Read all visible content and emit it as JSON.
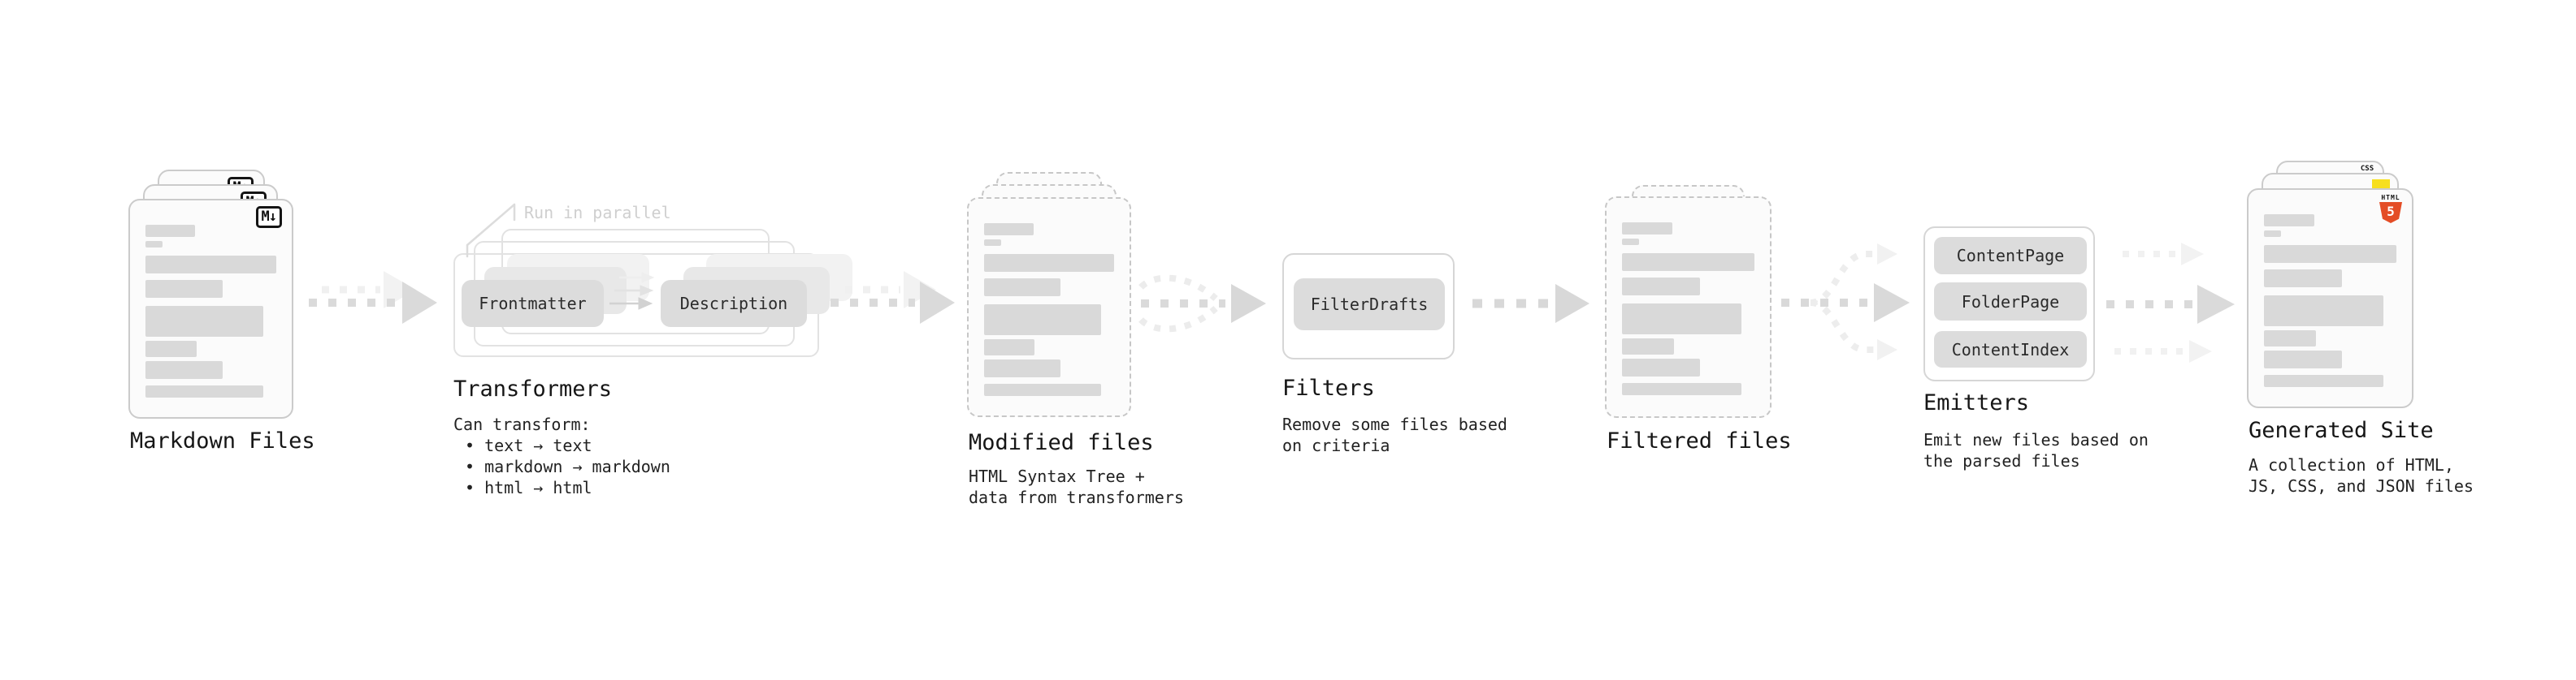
{
  "diagram": {
    "markdown_files": {
      "title": "Markdown Files",
      "badge": "M↓"
    },
    "transformers": {
      "title": "Transformers",
      "annotation": "Run in parallel",
      "left_chip": "Frontmatter",
      "right_chip": "Description",
      "desc_heading": "Can transform:",
      "bullets": [
        "• text → text",
        "• markdown → markdown",
        "• html → html"
      ]
    },
    "modified_files": {
      "title": "Modified files",
      "desc": [
        "HTML Syntax Tree +",
        "data from transformers"
      ]
    },
    "filters": {
      "title": "Filters",
      "chip": "FilterDrafts",
      "desc": [
        "Remove some files based",
        "on criteria"
      ]
    },
    "filtered_files": {
      "title": "Filtered files"
    },
    "emitters": {
      "title": "Emitters",
      "chips": [
        "ContentPage",
        "FolderPage",
        "ContentIndex"
      ],
      "desc": [
        "Emit new files based on",
        "the parsed files"
      ]
    },
    "generated_site": {
      "title": "Generated Site",
      "desc": [
        "A collection of HTML,",
        "JS, CSS, and JSON files"
      ],
      "css_badge": "CSS",
      "html_badge_word": "HTML",
      "html_badge_number": "5"
    }
  },
  "colors": {
    "skeleton_bar": "#d9d9d9",
    "chip_bg": "#dcdcdc",
    "arrow": "#dadada",
    "arrow_ghost": "#f1f1f1",
    "annotation_text": "#cfcfcf",
    "css_accent": "#2f6bf1",
    "js_accent": "#f7df1e",
    "html5_accent": "#e44d26"
  }
}
